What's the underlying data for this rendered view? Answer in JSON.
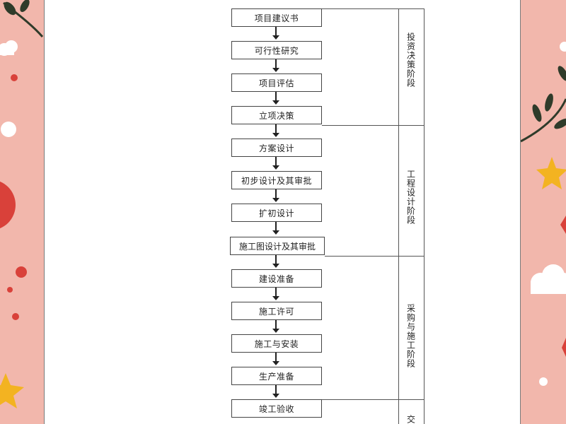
{
  "flow": {
    "steps": [
      "项目建议书",
      "可行性研究",
      "项目评估",
      "立项决策",
      "方案设计",
      "初步设计及其审批",
      "扩初设计",
      "施工图设计及其审批",
      "建设准备",
      "施工许可",
      "施工与安装",
      "生产准备",
      "竣工验收"
    ],
    "stages": [
      "投资决策阶段",
      "工程设计阶段",
      "采购与施工阶段",
      "交"
    ]
  },
  "colors": {
    "background": "#f2b7ac",
    "paper": "#ffffff",
    "leaf": "#2f3b2a",
    "red_dot": "#d9413a",
    "star": "#f3b321"
  },
  "decorations": [
    "leaf-branch-icon",
    "cloud-icon",
    "star-icon",
    "dot-icon",
    "red-circle-icon"
  ]
}
